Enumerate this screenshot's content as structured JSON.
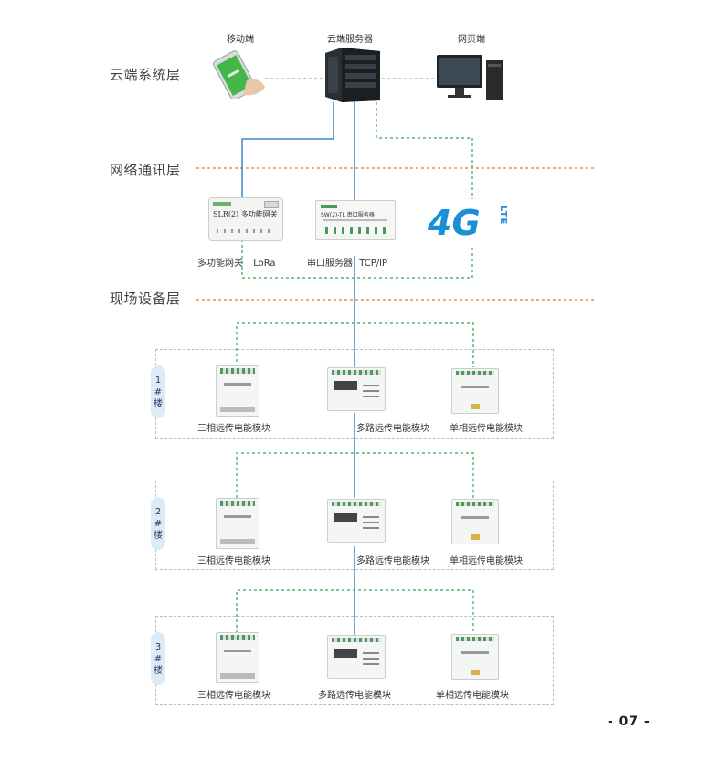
{
  "layers": {
    "cloud": "云端系统层",
    "network": "网络通讯层",
    "field": "现场设备层"
  },
  "top_devices": {
    "mobile": "移动端",
    "server": "云端服务器",
    "web": "网页端"
  },
  "gateways": {
    "multi_gateway": "多功能网关",
    "lora": "LoRa",
    "serial_server": "串口服务器",
    "tcpip": "TCP/IP",
    "cellular_4g": "4G",
    "cellular_lte": "LTE",
    "gateway_model": "SLR(2) 多功能网关",
    "serial_model": "SW(2)-TL 串口服务器"
  },
  "floors": [
    {
      "digit": "1",
      "hash": "#",
      "suffix": "楼",
      "modules": [
        "三相远传电能模块",
        "多路远传电能模块",
        "单相远传电能模块"
      ]
    },
    {
      "digit": "2",
      "hash": "#",
      "suffix": "楼",
      "modules": [
        "三相远传电能模块",
        "多路远传电能模块",
        "单相远传电能模块"
      ]
    },
    {
      "digit": "3",
      "hash": "#",
      "suffix": "楼",
      "modules": [
        "三相远传电能模块",
        "多路远传电能模块",
        "单相远传电能模块"
      ]
    }
  ],
  "page_number": "- 07 -",
  "colors": {
    "wired_link": "#3d86c6",
    "wireless_link": "#2eaa4e",
    "layer_divider": "#d9773a",
    "floor_tag": "#dcecf6",
    "lte_blue": "#1b8fd6"
  }
}
